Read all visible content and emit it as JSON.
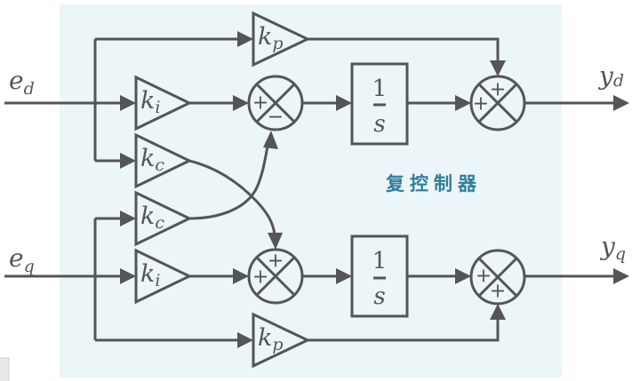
{
  "diagram": {
    "title": "复控制器",
    "inputs": {
      "d": {
        "symbol": "e",
        "subscript": "d"
      },
      "q": {
        "symbol": "e",
        "subscript": "q"
      }
    },
    "outputs": {
      "d": {
        "symbol": "y",
        "subscript": "d"
      },
      "q": {
        "symbol": "y",
        "subscript": "q"
      }
    },
    "gains": {
      "kp_d": {
        "symbol": "k",
        "subscript": "p"
      },
      "ki_d": {
        "symbol": "k",
        "subscript": "i"
      },
      "kc_d": {
        "symbol": "k",
        "subscript": "c"
      },
      "kc_q": {
        "symbol": "k",
        "subscript": "c"
      },
      "ki_q": {
        "symbol": "k",
        "subscript": "i"
      },
      "kp_q": {
        "symbol": "k",
        "subscript": "p"
      }
    },
    "integrators": {
      "d": {
        "numerator": "1",
        "denominator": "s"
      },
      "q": {
        "numerator": "1",
        "denominator": "s"
      }
    },
    "summers": {
      "integ_d": {
        "left": "+",
        "bottom": "−"
      },
      "out_d": {
        "left": "+",
        "top": "+"
      },
      "integ_q": {
        "left": "+",
        "top": "+"
      },
      "out_q": {
        "left": "+",
        "bottom": "+"
      }
    }
  },
  "colors": {
    "panel_background": "#ecf5f8",
    "line": "#555555",
    "title": "#2f7f9b"
  }
}
